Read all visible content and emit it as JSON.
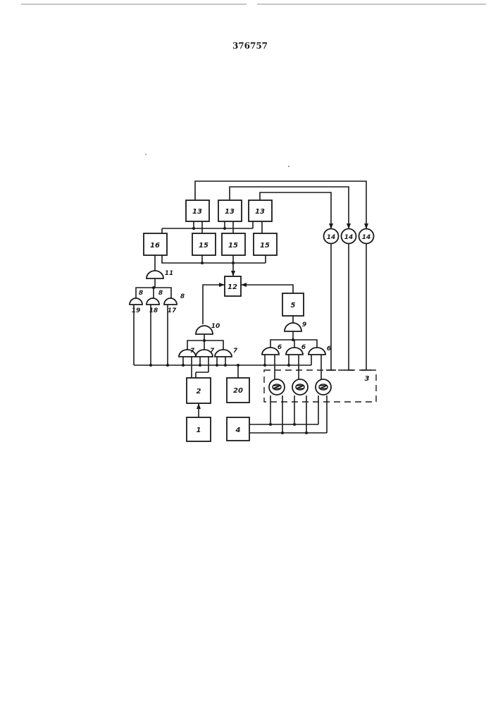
{
  "header": {
    "patent_number": "376757"
  },
  "diagram": {
    "blocks": {
      "b1": "1",
      "b2": "2",
      "b3": "3",
      "b4": "4",
      "b5": "5",
      "b12": "12",
      "b13": "13",
      "b15": "15",
      "b16": "16",
      "b20": "20"
    },
    "gates": {
      "g6": "6",
      "g7": "7",
      "g8": "8",
      "g9": "9",
      "g10": "10",
      "g11": "11",
      "g17": "17",
      "g18": "18",
      "g19": "19"
    },
    "meters": {
      "m14": "14"
    }
  }
}
